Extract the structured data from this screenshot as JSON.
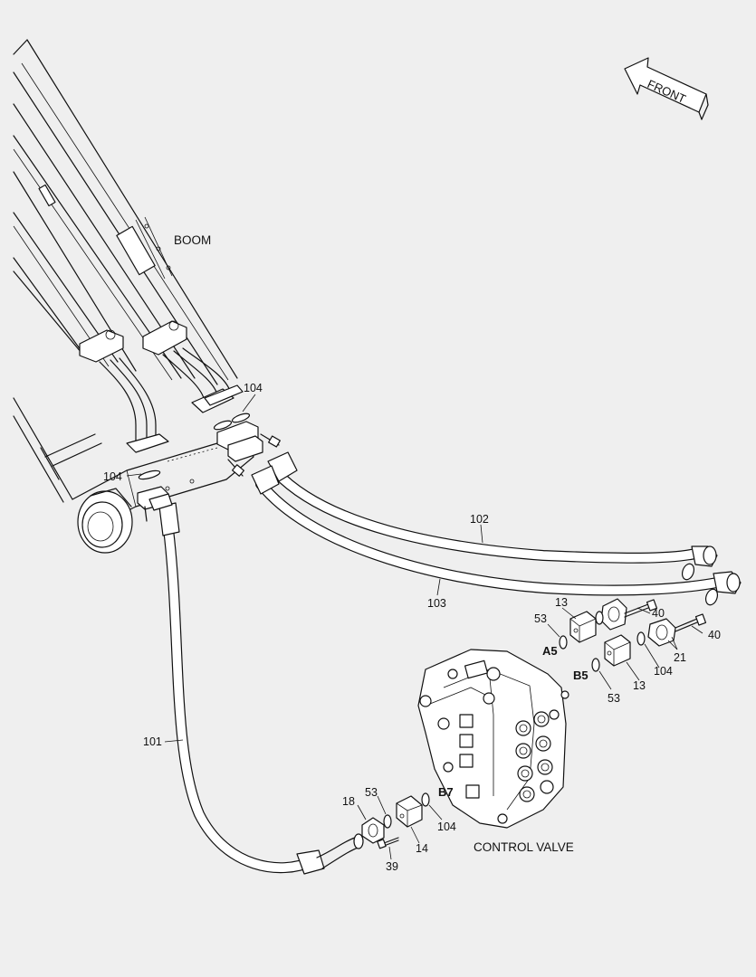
{
  "diagram": {
    "front_arrow_label": "FRONT",
    "boom_label": "BOOM",
    "control_valve_label": "CONTROL VALVE",
    "callouts": {
      "c104_top": "104",
      "c104_left": "104",
      "c102": "102",
      "c103": "103",
      "c101": "101",
      "c13_top": "13",
      "c53_top": "53",
      "c40_a": "40",
      "c40_b": "40",
      "c21": "21",
      "c104_right": "104",
      "c13_bottom": "13",
      "c53_mid": "53",
      "c18": "18",
      "c53_bottom": "53",
      "c104_bottom": "104",
      "c14": "14",
      "c39": "39"
    },
    "ports": {
      "a5": "A5",
      "b5": "B5",
      "b7": "B7"
    }
  }
}
